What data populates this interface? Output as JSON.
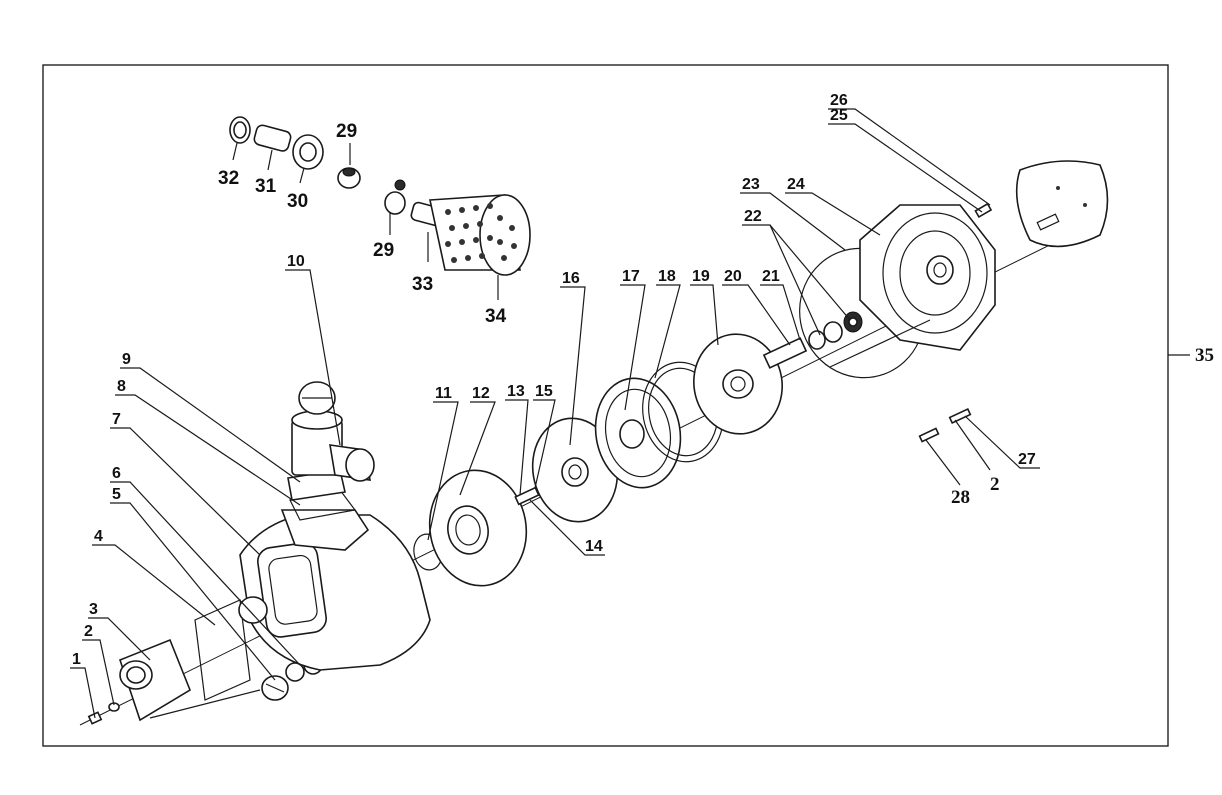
{
  "labels": {
    "p1": "1",
    "p2": "2",
    "p3": "3",
    "p4": "4",
    "p5": "5",
    "p6": "6",
    "p7": "7",
    "p8": "8",
    "p9": "9",
    "p10": "10",
    "p11": "11",
    "p12": "12",
    "p13": "13",
    "p14": "14",
    "p15": "15",
    "p16": "16",
    "p17": "17",
    "p18": "18",
    "p19": "19",
    "p20": "20",
    "p21": "21",
    "p22": "22",
    "p23": "23",
    "p24": "24",
    "p25": "25",
    "p26": "26",
    "p27": "27",
    "p28": "28",
    "p2b": "2",
    "p29a": "29",
    "p29b": "29",
    "p30": "30",
    "p31": "31",
    "p32": "32",
    "p33": "33",
    "p34": "34",
    "p35": "35"
  }
}
